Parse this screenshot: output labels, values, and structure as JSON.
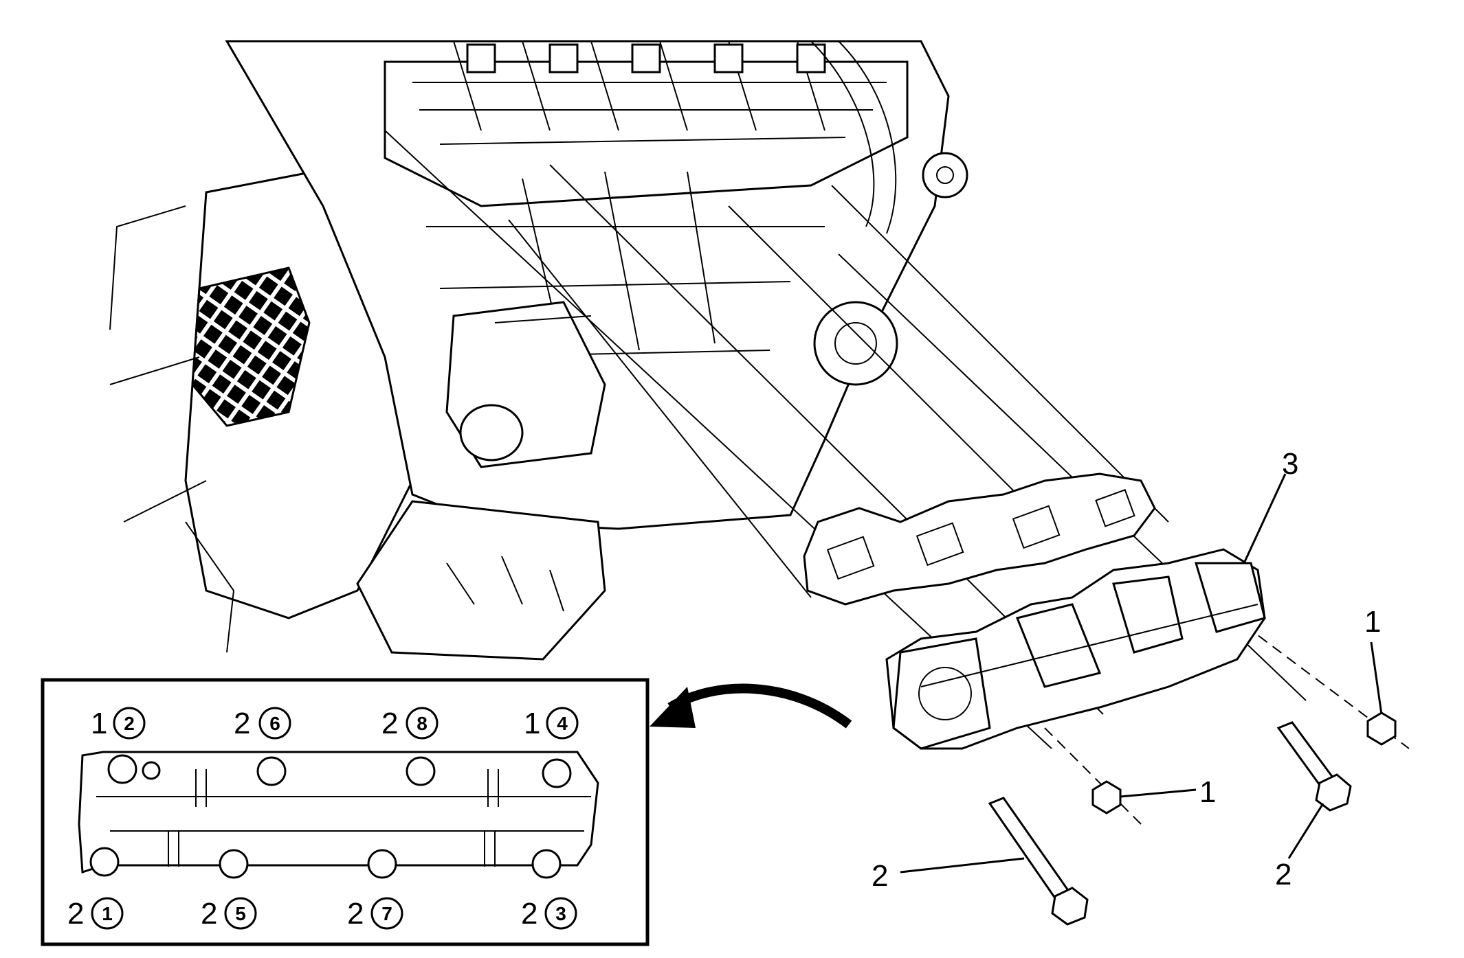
{
  "colors": {
    "line": "#000000",
    "background": "#ffffff"
  },
  "callouts": [
    {
      "id": "nut-upper-right",
      "text": "1"
    },
    {
      "id": "nut-lower",
      "text": "1"
    },
    {
      "id": "bolt-left",
      "text": "2"
    },
    {
      "id": "bolt-right",
      "text": "2"
    },
    {
      "id": "manifold",
      "text": "3"
    }
  ],
  "inset": {
    "top_row": [
      {
        "part": "1",
        "seq": "2"
      },
      {
        "part": "2",
        "seq": "6"
      },
      {
        "part": "2",
        "seq": "8"
      },
      {
        "part": "1",
        "seq": "4"
      }
    ],
    "bottom_row": [
      {
        "part": "2",
        "seq": "1"
      },
      {
        "part": "2",
        "seq": "5"
      },
      {
        "part": "2",
        "seq": "7"
      },
      {
        "part": "2",
        "seq": "3"
      }
    ]
  },
  "icons": {
    "arrow": "curved-arrow-icon"
  }
}
